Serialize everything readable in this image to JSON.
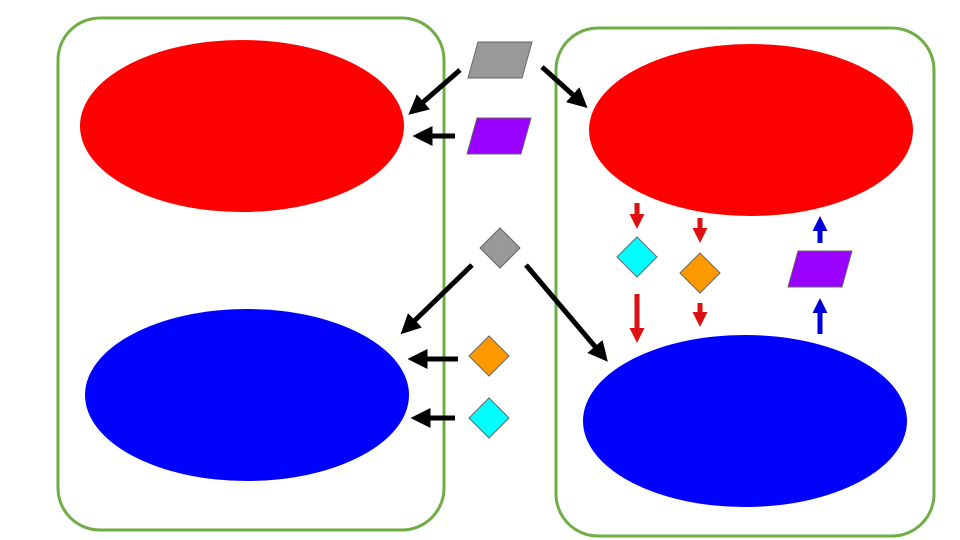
{
  "colors": {
    "background": "#ffffff",
    "panel_border": "#70ad47",
    "red_blob": "#ff0000",
    "blue_blob": "#0000ff",
    "gray_shape": "#999999",
    "purple_shape": "#9900ff",
    "orange_shape": "#ff9900",
    "cyan_shape": "#00ffff",
    "arrow_black": "#000000",
    "arrow_red": "#dd1111",
    "arrow_blue": "#0000dd"
  },
  "shapes": {
    "gray_parallelogram": "gray-parallelogram",
    "purple_parallelogram": "purple-parallelogram",
    "gray_diamond": "gray-diamond",
    "orange_diamond": "orange-diamond",
    "cyan_diamond": "cyan-diamond"
  }
}
